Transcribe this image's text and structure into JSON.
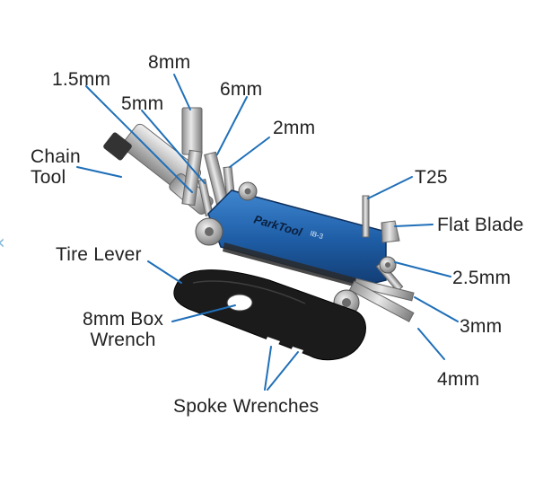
{
  "labels": {
    "mm8": "8mm",
    "mm1_5": "1.5mm",
    "mm6": "6mm",
    "mm5": "5mm",
    "mm2": "2mm",
    "chain_tool": "Chain\nTool",
    "t25": "T25",
    "flat_blade": "Flat Blade",
    "tire_lever": "Tire Lever",
    "mm2_5": "2.5mm",
    "box_wrench": "8mm Box\nWrench",
    "mm3": "3mm",
    "mm4": "4mm",
    "spoke_wrenches": "Spoke Wrenches"
  },
  "tool": {
    "brand": "ParkTool",
    "model": "IB-3"
  },
  "colors": {
    "body_blue": "#1f5fa8",
    "callout_line": "#1f6fb8",
    "steel": "#c9c9c9",
    "lever_black": "#1b1b1b"
  },
  "icons": {
    "left_edge": "chevron-left-icon"
  }
}
